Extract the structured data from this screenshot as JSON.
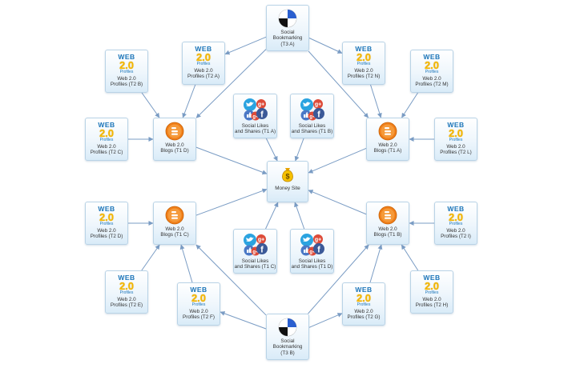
{
  "nodes": {
    "money": {
      "label": "Money Site",
      "icon": "money-bag-icon"
    },
    "t1a": {
      "label": "Web 2.0\nBlogs (T1 A)",
      "icon": "blogger-icon"
    },
    "t1b": {
      "label": "Web 2.0\nBlogs (T1 B)",
      "icon": "blogger-icon"
    },
    "t1c": {
      "label": "Web 2.0\nBlogs (T1 C)",
      "icon": "blogger-icon"
    },
    "t1d": {
      "label": "Web 2.0\nBlogs (T1 D)",
      "icon": "blogger-icon"
    },
    "sa": {
      "label": "Social Likes\nand Shares (T1 A)",
      "icon": "social-icons-cluster"
    },
    "sb": {
      "label": "Social Likes\nand Shares (T1 B)",
      "icon": "social-icons-cluster"
    },
    "sc": {
      "label": "Social Likes\nand Shares (T1 C)",
      "icon": "social-icons-cluster"
    },
    "sd": {
      "label": "Social Likes\nand Shares (T1 D)",
      "icon": "social-icons-cluster"
    },
    "t3a": {
      "label": "Social\nBookmarking\n(T3 A)",
      "icon": "bookmark-disc-icon"
    },
    "t3b": {
      "label": "Social\nBookmarking\n(T3 B)",
      "icon": "bookmark-disc-icon"
    },
    "t2a": {
      "label": "Web 2.0\nProfiles (T2 A)",
      "icon": "web20-icon"
    },
    "t2b": {
      "label": "Web 2.0\nProfiles (T2 B)",
      "icon": "web20-icon"
    },
    "t2c": {
      "label": "Web 2.0\nProfiles (T2 C)",
      "icon": "web20-icon"
    },
    "t2d": {
      "label": "Web 2.0\nProfiles (T2 D)",
      "icon": "web20-icon"
    },
    "t2e": {
      "label": "Web 2.0\nProfiles (T2 E)",
      "icon": "web20-icon"
    },
    "t2f": {
      "label": "Web 2.0\nProfiles (T2 F)",
      "icon": "web20-icon"
    },
    "t2g": {
      "label": "Web 2.0\nProfiles (T2 G)",
      "icon": "web20-icon"
    },
    "t2h": {
      "label": "Web 2.0\nProfiles (T2 H)",
      "icon": "web20-icon"
    },
    "t2i": {
      "label": "Web 2.0\nProfiles (T2 I)",
      "icon": "web20-icon"
    },
    "t2l": {
      "label": "Web 2.0\nProfiles (T2 L)",
      "icon": "web20-icon"
    },
    "t2m": {
      "label": "Web 2.0\nProfiles (T2 M)",
      "icon": "web20-icon"
    },
    "t2n": {
      "label": "Web 2.0\nProfiles (T2 N)",
      "icon": "web20-icon"
    }
  },
  "web20_badge": {
    "web": "WEB",
    "num": "2.0",
    "profiles": "Profiles"
  },
  "edges": [
    [
      "t1a",
      "money"
    ],
    [
      "t1b",
      "money"
    ],
    [
      "t1c",
      "money"
    ],
    [
      "t1d",
      "money"
    ],
    [
      "sa",
      "money"
    ],
    [
      "sb",
      "money"
    ],
    [
      "sc",
      "money"
    ],
    [
      "sd",
      "money"
    ],
    [
      "t3a",
      "t1a"
    ],
    [
      "t3a",
      "t1d"
    ],
    [
      "t3a",
      "t2a"
    ],
    [
      "t3a",
      "t2n"
    ],
    [
      "t3b",
      "t1b"
    ],
    [
      "t3b",
      "t1c"
    ],
    [
      "t3b",
      "t2f"
    ],
    [
      "t3b",
      "t2g"
    ],
    [
      "t2a",
      "t1d"
    ],
    [
      "t2b",
      "t1d"
    ],
    [
      "t2c",
      "t1d"
    ],
    [
      "t2n",
      "t1a"
    ],
    [
      "t2m",
      "t1a"
    ],
    [
      "t2l",
      "t1a"
    ],
    [
      "t2d",
      "t1c"
    ],
    [
      "t2e",
      "t1c"
    ],
    [
      "t2f",
      "t1c"
    ],
    [
      "t2g",
      "t1b"
    ],
    [
      "t2h",
      "t1b"
    ],
    [
      "t2i",
      "t1b"
    ]
  ],
  "colors": {
    "edge": "#7a9cc4",
    "node_border": "#b9d3e6",
    "web20_blue": "#1a74b8",
    "web20_gold": "#f5b800",
    "blogger_orange": "#f07f1a"
  }
}
